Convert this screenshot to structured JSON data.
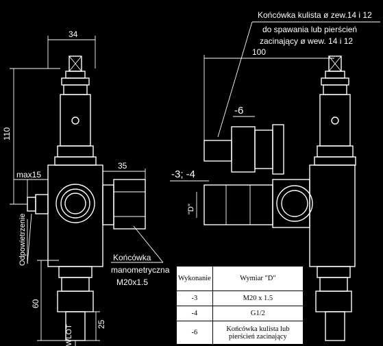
{
  "labels": {
    "spec_line1": "Końcówka kulista ø zew.14 i 12",
    "spec_line2": "do spawania lub pierścień",
    "spec_line3": "zacinający ø wew. 14 i 12",
    "dim_34": "34",
    "dim_110": "110",
    "dim_max15": "max15",
    "dim_35": "35",
    "dim_100": "100",
    "variant_6": "-6",
    "variants_34": "-3; -4",
    "dim_D": "\"D\"",
    "odpowietrzenie": "Odpowietrzenie",
    "koncowka_line1": "Końcówka",
    "koncowka_line2": "manometryczna",
    "koncowka_line3": "M20x1.5",
    "dim_60": "60",
    "dim_25": "25",
    "wlot": "WLOT"
  },
  "table": {
    "headers": [
      "Wykonanie",
      "Wymiar \"D\""
    ],
    "rows": [
      [
        "-3",
        "M20 x 1.5"
      ],
      [
        "-4",
        "G1/2"
      ],
      [
        "-6",
        "Końcówka kulista lub pierścień zacinający"
      ]
    ]
  }
}
